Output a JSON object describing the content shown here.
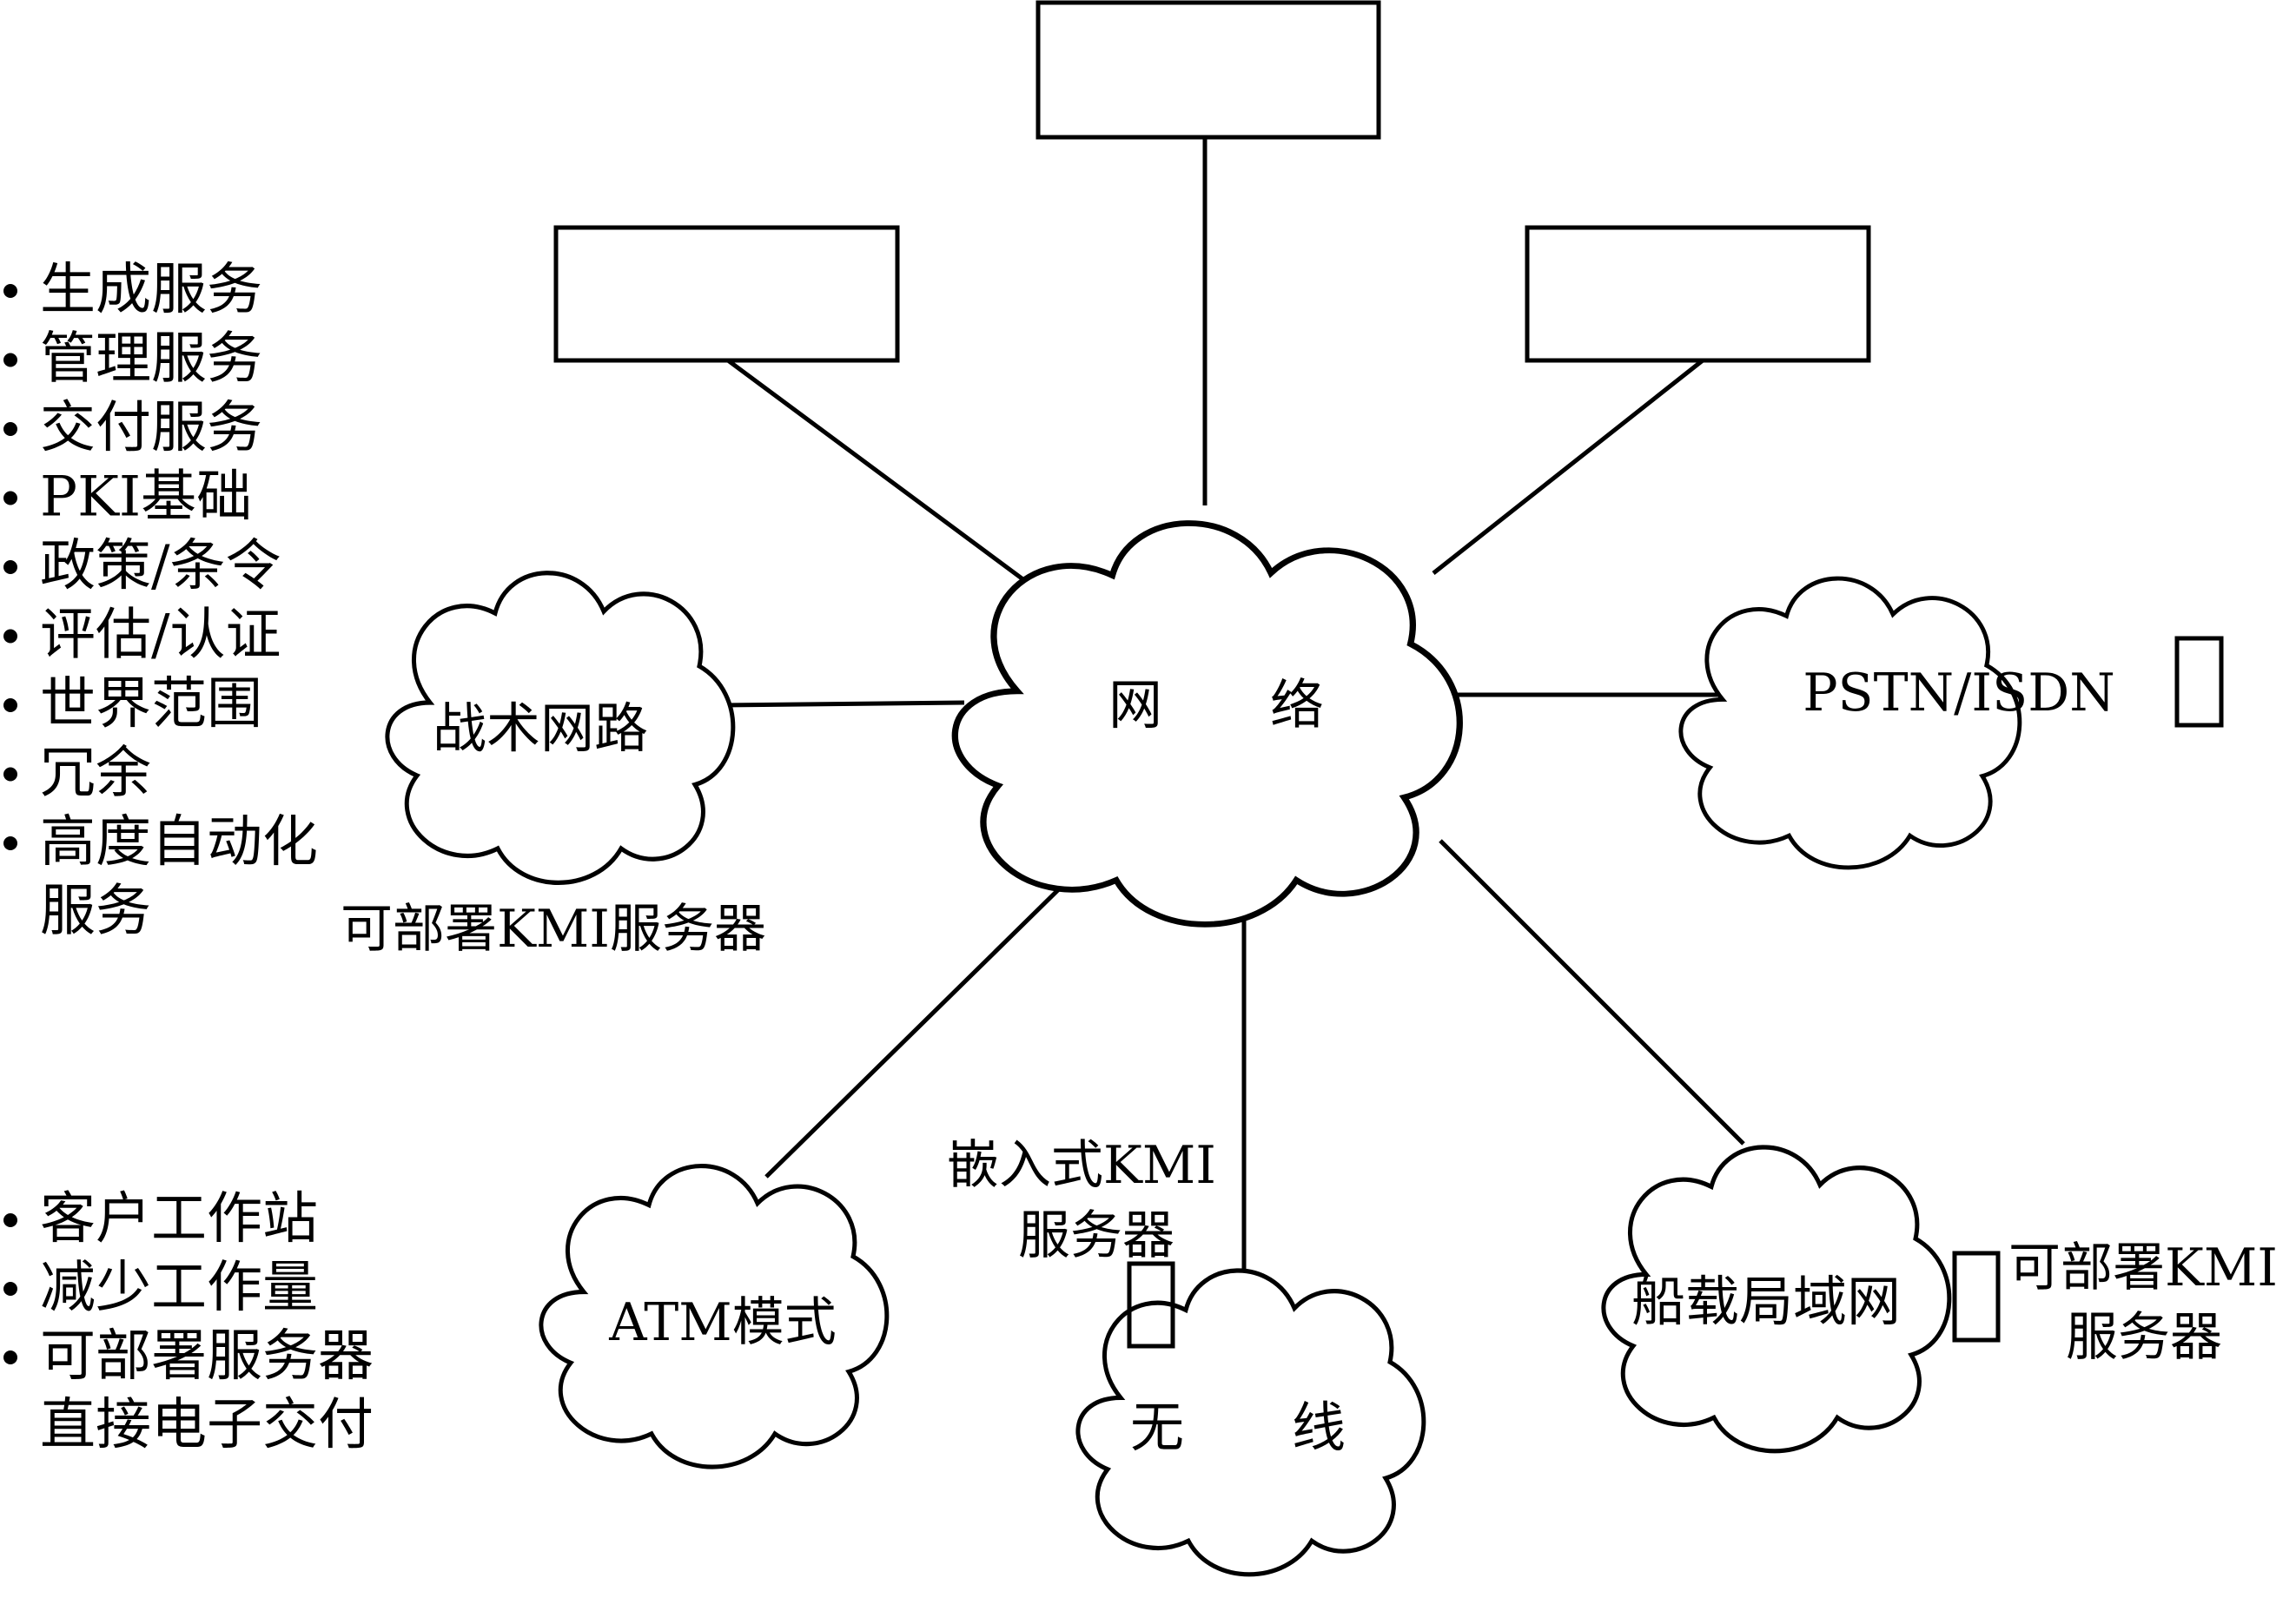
{
  "left_list_top": [
    "生成服务",
    "管理服务",
    "交付服务",
    "PKI基础",
    "政策/条令",
    "评估/认证",
    "世界范围",
    "冗余",
    "高度自动化",
    "服务"
  ],
  "left_list_bottom": [
    "客户工作站",
    "减少工作量",
    "可部署服务器",
    "直接电子交付"
  ],
  "clouds": {
    "network": "网　　络",
    "tactical": "战术网路",
    "pstn": "PSTN/ISDN",
    "atm": "ATM模式",
    "wireless": "无　　线",
    "ship_lan": "船载局域网"
  },
  "annotations": {
    "deployable_left": "可部署KMI服务器",
    "embedded_line1": "嵌入式KMI",
    "embedded_line2": "服务器",
    "deployable_right_line1": "可部署KMI",
    "deployable_right_line2": "服务器"
  }
}
